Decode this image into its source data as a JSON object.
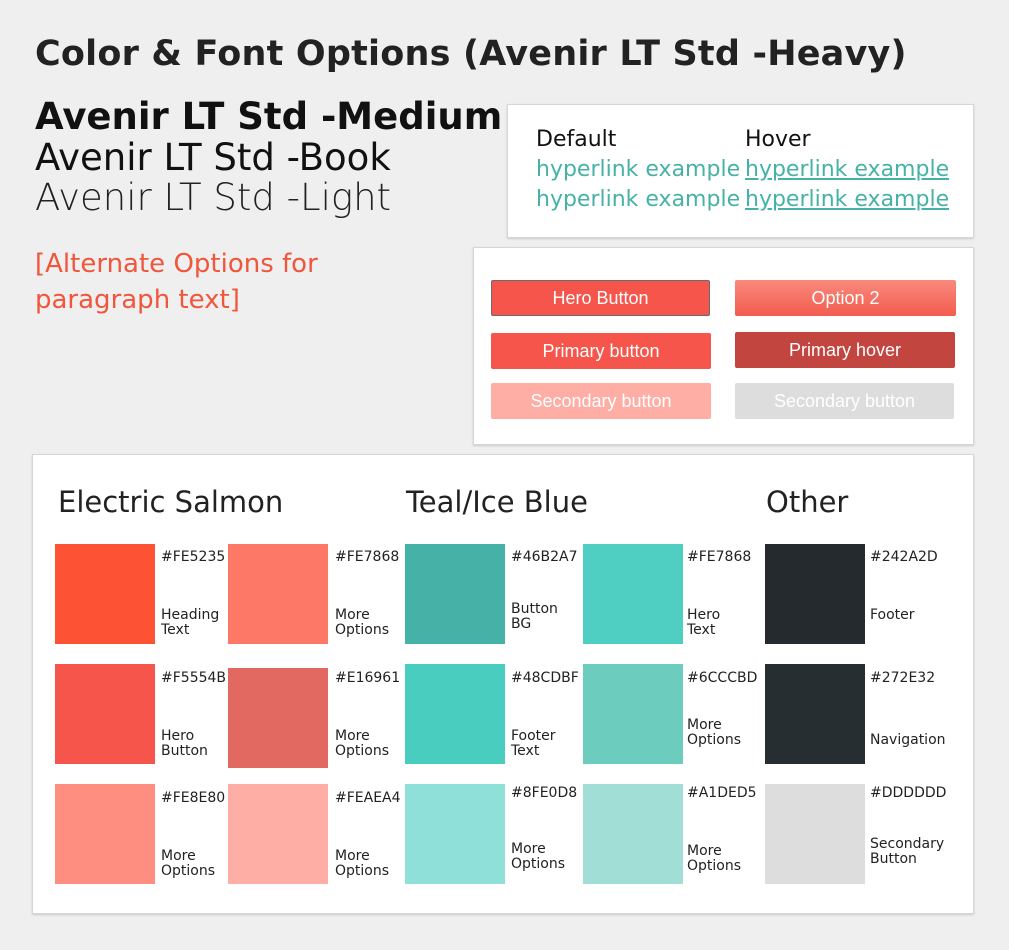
{
  "title": "Color & Font Options (Avenir LT Std -Heavy)",
  "fonts": {
    "medium": "Avenir LT Std -Medium",
    "book": "Avenir LT Std -Book",
    "light": "Avenir LT Std -Light"
  },
  "alternate_note": "[Alternate Options for paragraph text]",
  "links": {
    "default_label": "Default",
    "hover_label": "Hover",
    "default_items": [
      "hyperlink example",
      "hyperlink example"
    ],
    "hover_items": [
      "hyperlink example",
      "hyperlink example"
    ],
    "link_color": "#46B2A7"
  },
  "buttons": {
    "hero": "Hero Button",
    "option2": "Option 2",
    "primary": "Primary button",
    "primary_hover": "Primary hover",
    "secondary": "Secondary button",
    "secondary_alt": "Secondary button"
  },
  "palette": {
    "salmon_title": "Electric Salmon",
    "teal_title": "Teal/Ice Blue",
    "other_title": "Other",
    "swatches": [
      {
        "hex": "#FE5235",
        "color": "#FE5235",
        "desc": "Heading Text"
      },
      {
        "hex": "#FE7868",
        "color": "#FE7868",
        "desc": "More Options"
      },
      {
        "hex": "#F5554B",
        "color": "#F5554B",
        "desc": "Hero Button"
      },
      {
        "hex": "#E16961",
        "color": "#E16961",
        "desc": "More Options"
      },
      {
        "hex": "#FE8E80",
        "color": "#FE8E80",
        "desc": "More Options"
      },
      {
        "hex": "#FEAEA4",
        "color": "#FEAEA4",
        "desc": "More Options"
      },
      {
        "hex": "#46B2A7",
        "color": "#46B2A7",
        "desc": "Button BG"
      },
      {
        "hex": "#FE7868",
        "color": "#4FCFC1",
        "desc": "Hero Text"
      },
      {
        "hex": "#48CDBF",
        "color": "#48CDBF",
        "desc": "Footer Text"
      },
      {
        "hex": "#6CCCBD",
        "color": "#6CCCBD",
        "desc": "More Options"
      },
      {
        "hex": "#8FE0D8",
        "color": "#8FE0D8",
        "desc": "More Options"
      },
      {
        "hex": "#A1DED5",
        "color": "#A1DED5",
        "desc": "More Options"
      },
      {
        "hex": "#242A2D",
        "color": "#242A2D",
        "desc": "Footer"
      },
      {
        "hex": "#272E32",
        "color": "#272E32",
        "desc": "Navigation"
      },
      {
        "hex": "#DDDDDD",
        "color": "#DDDDDD",
        "desc": "Secondary Button"
      }
    ]
  }
}
